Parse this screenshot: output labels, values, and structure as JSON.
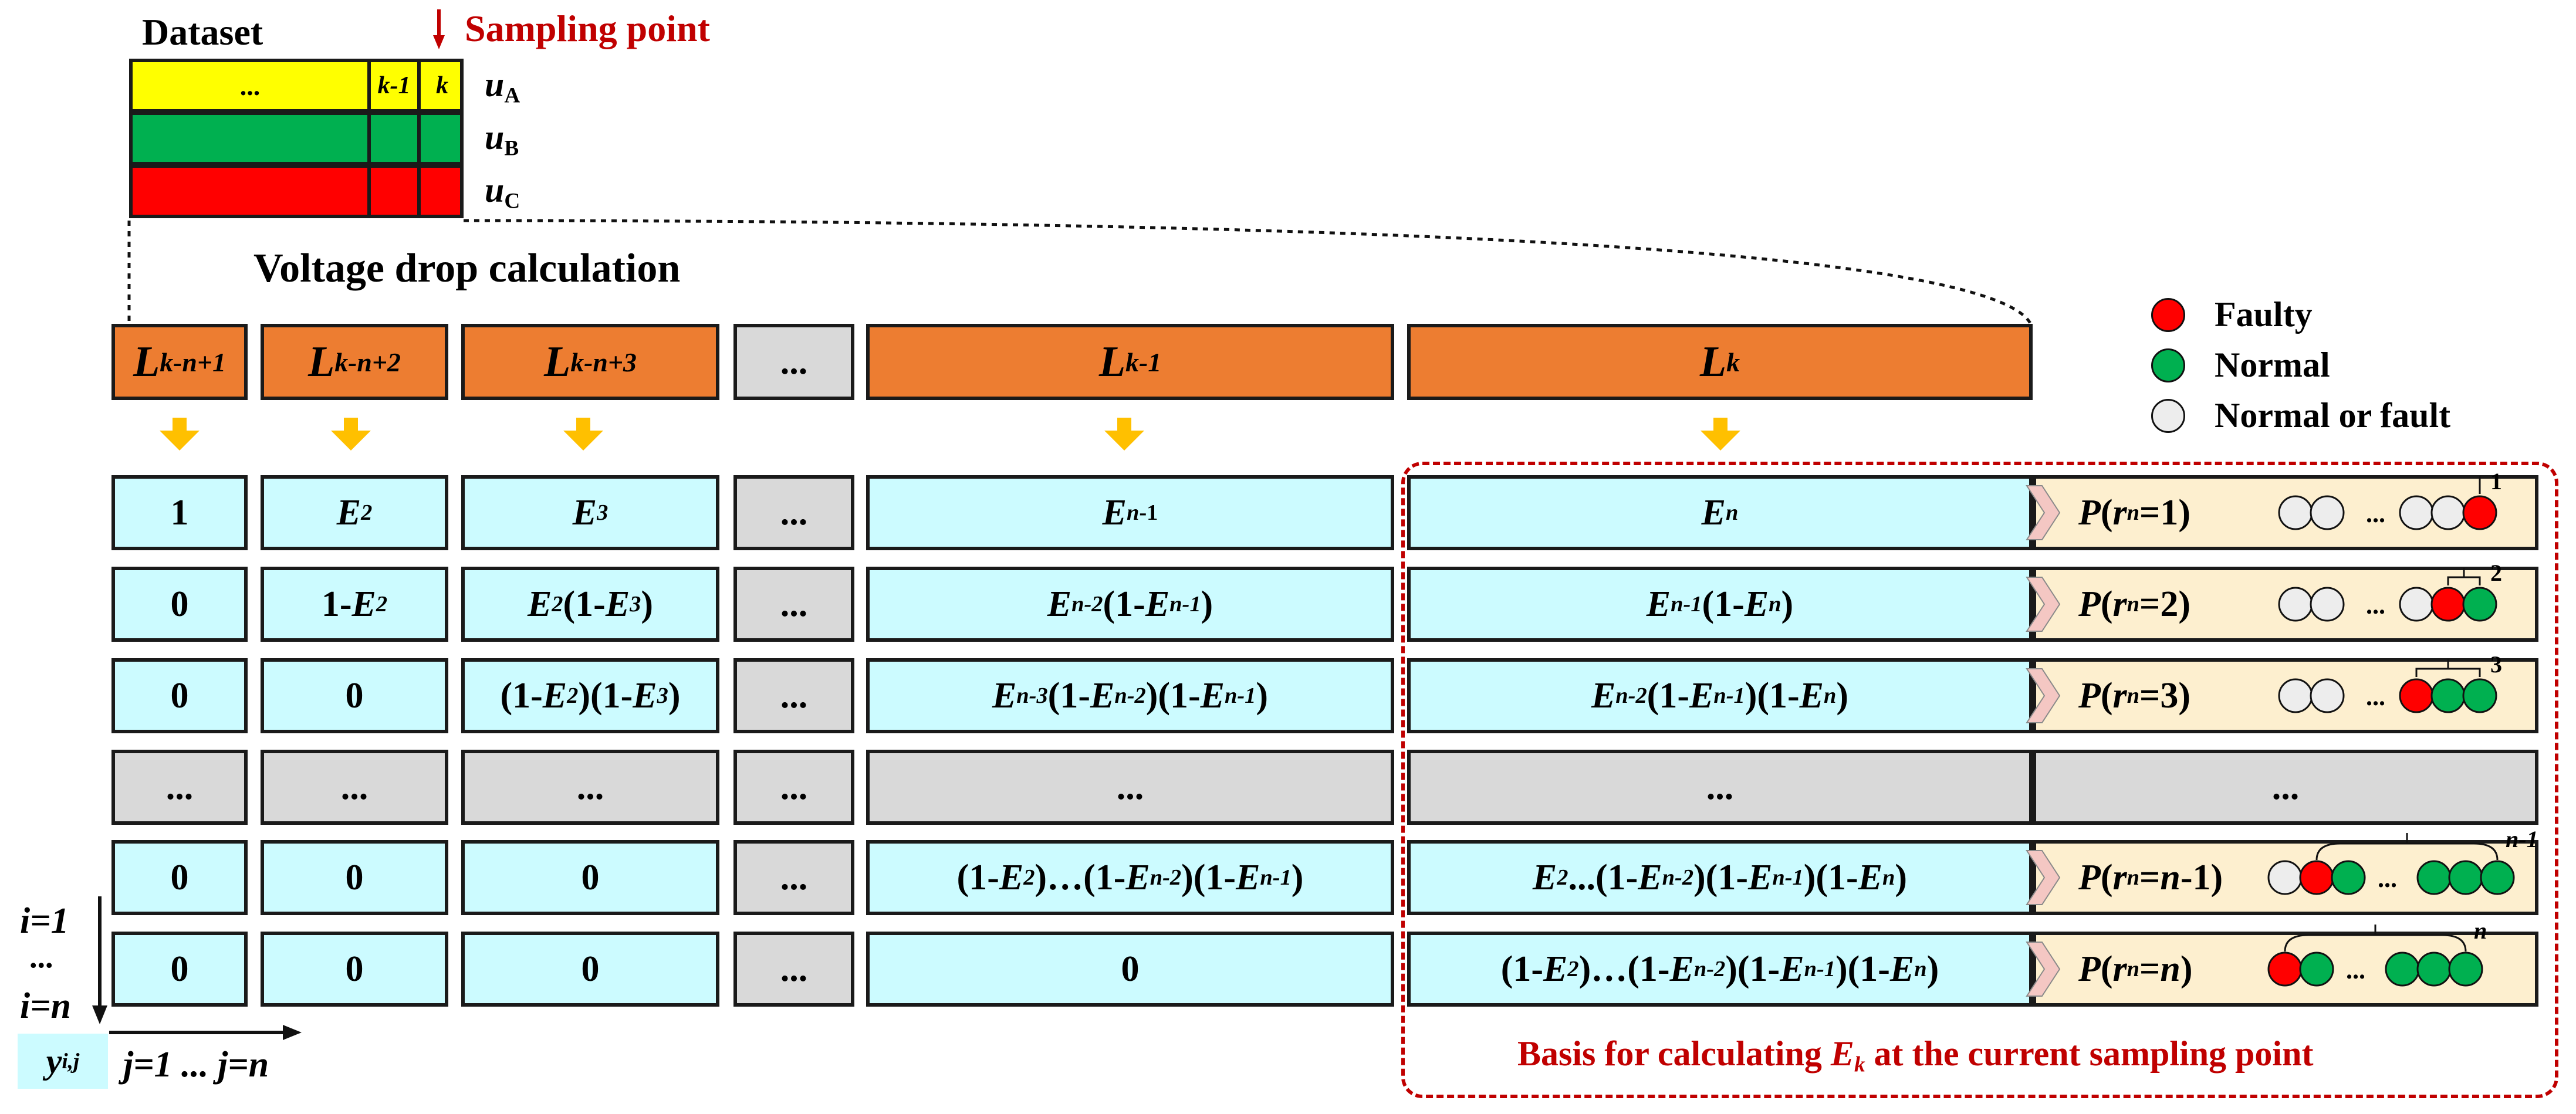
{
  "dataset": {
    "title": "Dataset",
    "sampling_point": "Sampling point",
    "cells": [
      "...",
      "k-1",
      "k"
    ],
    "phases": [
      {
        "sym": "u",
        "sub": "A",
        "color": "#ffff00"
      },
      {
        "sym": "u",
        "sub": "B",
        "color": "#00b050"
      },
      {
        "sym": "u",
        "sub": "C",
        "color": "#ff0000"
      }
    ]
  },
  "section_title": "Voltage drop calculation",
  "headers": [
    {
      "base": "L",
      "sub": "k-n+1"
    },
    {
      "base": "L",
      "sub": "k-n+2"
    },
    {
      "base": "L",
      "sub": "k-n+3"
    },
    {
      "base": "...",
      "sub": ""
    },
    {
      "base": "L",
      "sub": "k-1"
    },
    {
      "base": "L",
      "sub": "k"
    }
  ],
  "legend": [
    {
      "label": "Faulty",
      "color": "#ff0000"
    },
    {
      "label": "Normal",
      "color": "#00b050"
    },
    {
      "label": "Normal or fault",
      "color": "#ededed"
    }
  ],
  "matrix": {
    "rows": [
      [
        "1",
        "E<sub>2</sub>",
        "E<sub>3</sub>",
        "...",
        "E<sub>n</sub><sub>-1</sub>",
        "E<sub>n</sub>"
      ],
      [
        "0",
        "1-E<sub>2</sub>",
        "E<sub>2</sub>(1-E<sub>3</sub>)",
        "...",
        "E<sub>n-2</sub>(1-E<sub>n-1</sub>)",
        "E<sub>n-1</sub>(1-E<sub>n</sub>)"
      ],
      [
        "0",
        "0",
        "(1-E<sub>2</sub>)(1-E<sub>3</sub>)",
        "...",
        "E<sub>n-3</sub>(1-E<sub>n-2</sub>)(1-E<sub>n-1</sub>)",
        "E<sub>n-2</sub>(1-E<sub>n-1</sub>)(1-E<sub>n</sub>)"
      ],
      [
        "...",
        "...",
        "...",
        "...",
        "...",
        "..."
      ],
      [
        "0",
        "0",
        "0",
        "...",
        "(1-E<sub>2</sub>)…(1-E<sub>n-2</sub>)(1-E<sub>n-1</sub>)",
        "E<sub>2</sub>...(1-E<sub>n-2</sub>)(1-E<sub>n-1</sub>)(1-E<sub>n</sub>)"
      ],
      [
        "0",
        "0",
        "0",
        "...",
        "0",
        "(1-E<sub>2</sub>)…(1-E<sub>n-2</sub>)(1-E<sub>n-1</sub>)(1-E<sub>n</sub>)"
      ]
    ]
  },
  "probabilities": [
    "P(r_n=1)",
    "P(r_n=2)",
    "P(r_n=3)",
    "...",
    "P(r_n=n-1)",
    "P(r_n=n)"
  ],
  "bracket_labels": [
    "1",
    "2",
    "3",
    "",
    "n-1",
    "n"
  ],
  "index_labels": {
    "i_first": "i=1",
    "i_dots": "...",
    "i_last": "i=n",
    "y": "y",
    "y_sub": "i,j",
    "j_range": "j=1 ... j=n"
  },
  "basis_text_pre": "Basis for calculating ",
  "basis_symbol": "E",
  "basis_sub": "k",
  "basis_text_post": " at the current sampling point",
  "colors": {
    "header": "#ed7d31",
    "cell": "#ccfbff",
    "gray": "#d9d9d9",
    "prob": "#fdefcf",
    "accent_red": "#c00000",
    "arrow": "#ffc000",
    "chevron": "#f4c7c3"
  }
}
